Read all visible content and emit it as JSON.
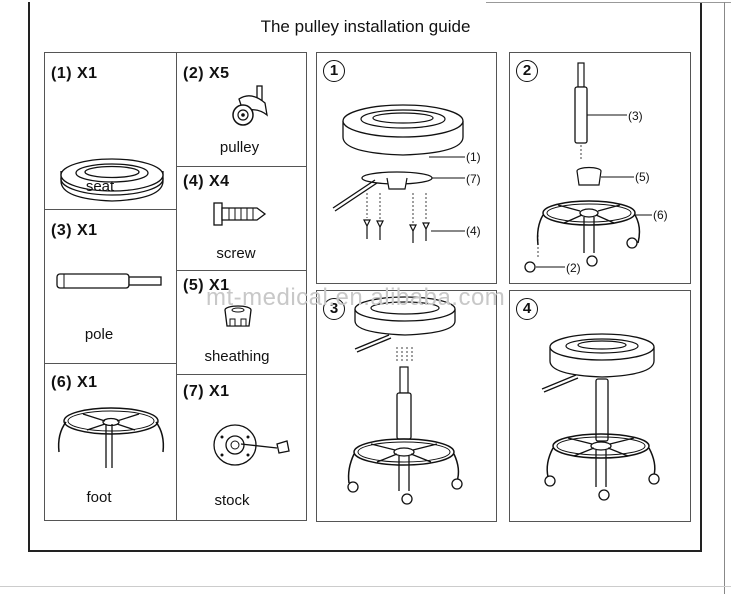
{
  "title": "The pulley installation guide",
  "parts": [
    {
      "qty": "(1) X1",
      "label": "seat"
    },
    {
      "qty": "(2) X5",
      "label": "pulley"
    },
    {
      "qty": "(3) X1",
      "label": "pole"
    },
    {
      "qty": "(4) X4",
      "label": "screw"
    },
    {
      "qty": "(5) X1",
      "label": "sheathing"
    },
    {
      "qty": "(6) X1",
      "label": "foot"
    },
    {
      "qty": "(7) X1",
      "label": "stock"
    }
  ],
  "steps": [
    {
      "number": "1",
      "callouts": [
        "(1)",
        "(7)",
        "(4)"
      ]
    },
    {
      "number": "2",
      "callouts": [
        "(3)",
        "(5)",
        "(6)",
        "(2)"
      ]
    },
    {
      "number": "3",
      "callouts": []
    },
    {
      "number": "4",
      "callouts": []
    }
  ],
  "watermark": "mt-medical.en.alibaba.com"
}
